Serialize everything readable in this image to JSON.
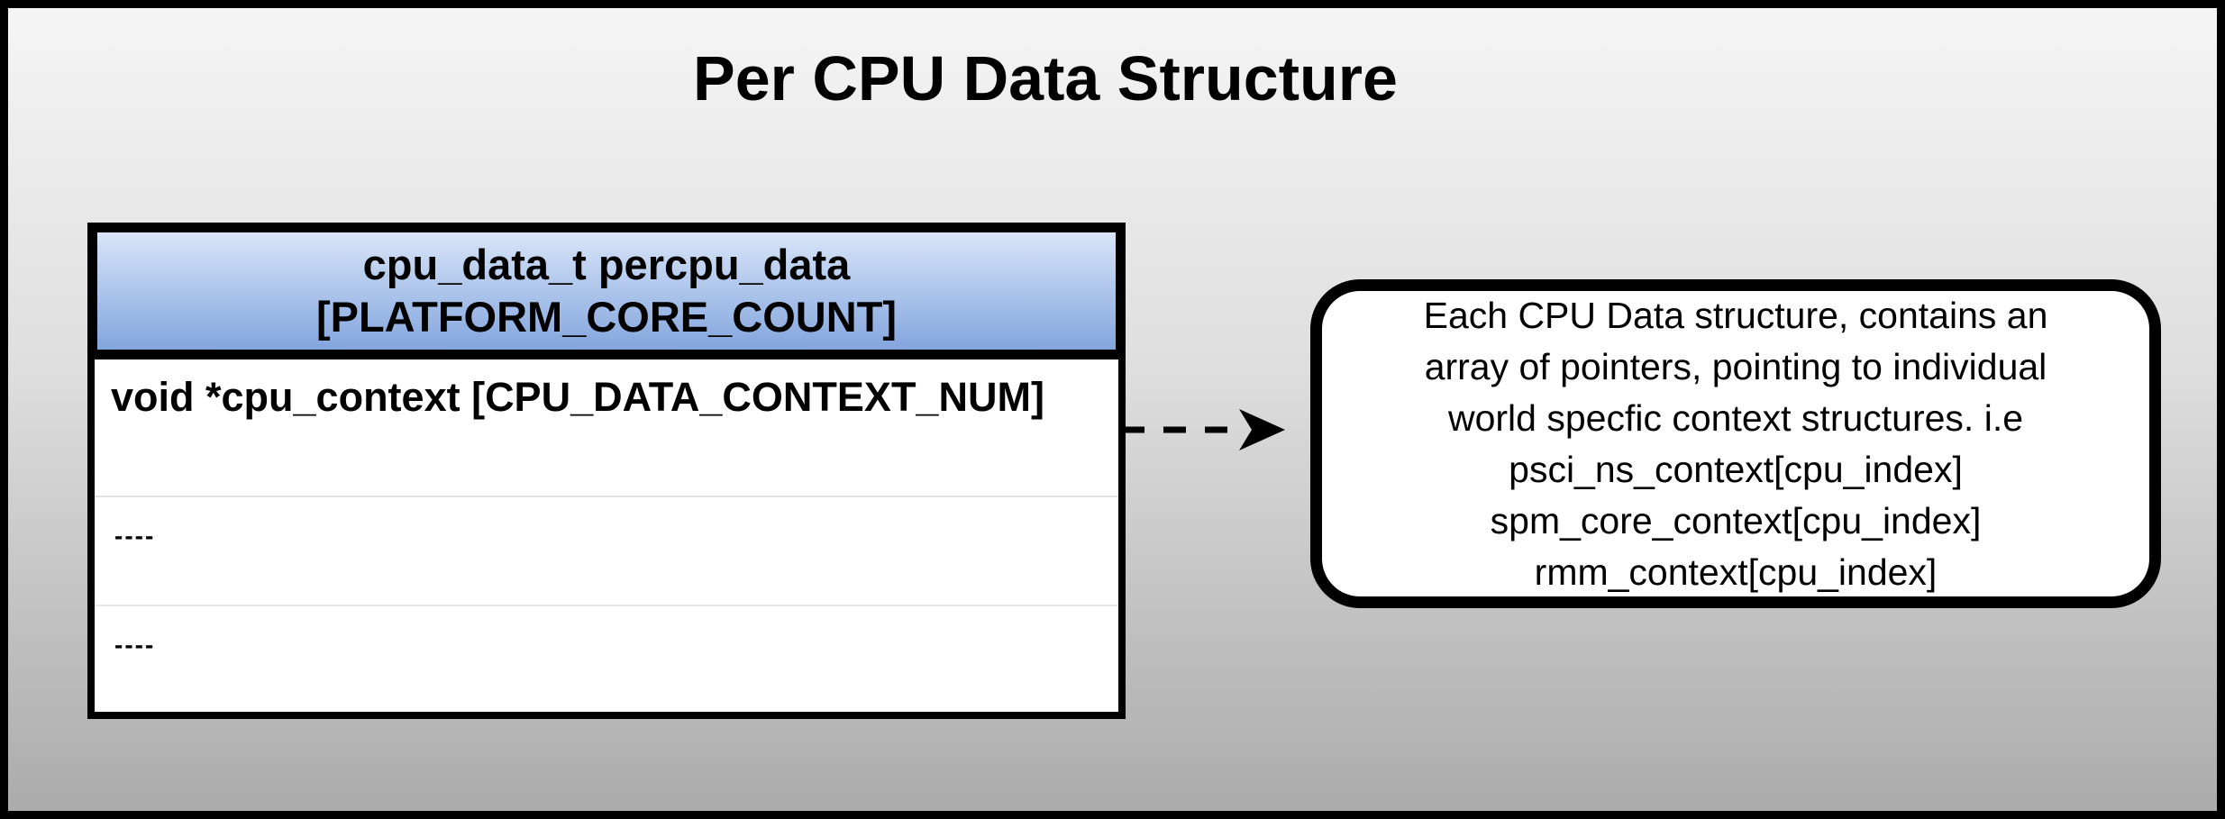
{
  "title": "Per CPU Data Structure",
  "table": {
    "header_line1": "cpu_data_t percpu_data",
    "header_line2": "[PLATFORM_CORE_COUNT]",
    "rows": [
      "void *cpu_context [CPU_DATA_CONTEXT_NUM]",
      "----",
      "----"
    ]
  },
  "arrow": {
    "style": "dashed",
    "direction": "right",
    "color": "#000000"
  },
  "callout": {
    "lines": [
      "Each CPU Data structure, contains an",
      "array of pointers, pointing to individual",
      "world specfic context structures. i.e",
      "psci_ns_context[cpu_index]",
      "spm_core_context[cpu_index]",
      "rmm_context[cpu_index]"
    ]
  },
  "colors": {
    "header_gradient_top": "#d9e5f8",
    "header_gradient_bottom": "#83a5dd",
    "background_top": "#f5f5f5",
    "background_bottom": "#ababab",
    "frame": "#000000",
    "row_separator": "#e2e2e2",
    "text": "#000000"
  }
}
